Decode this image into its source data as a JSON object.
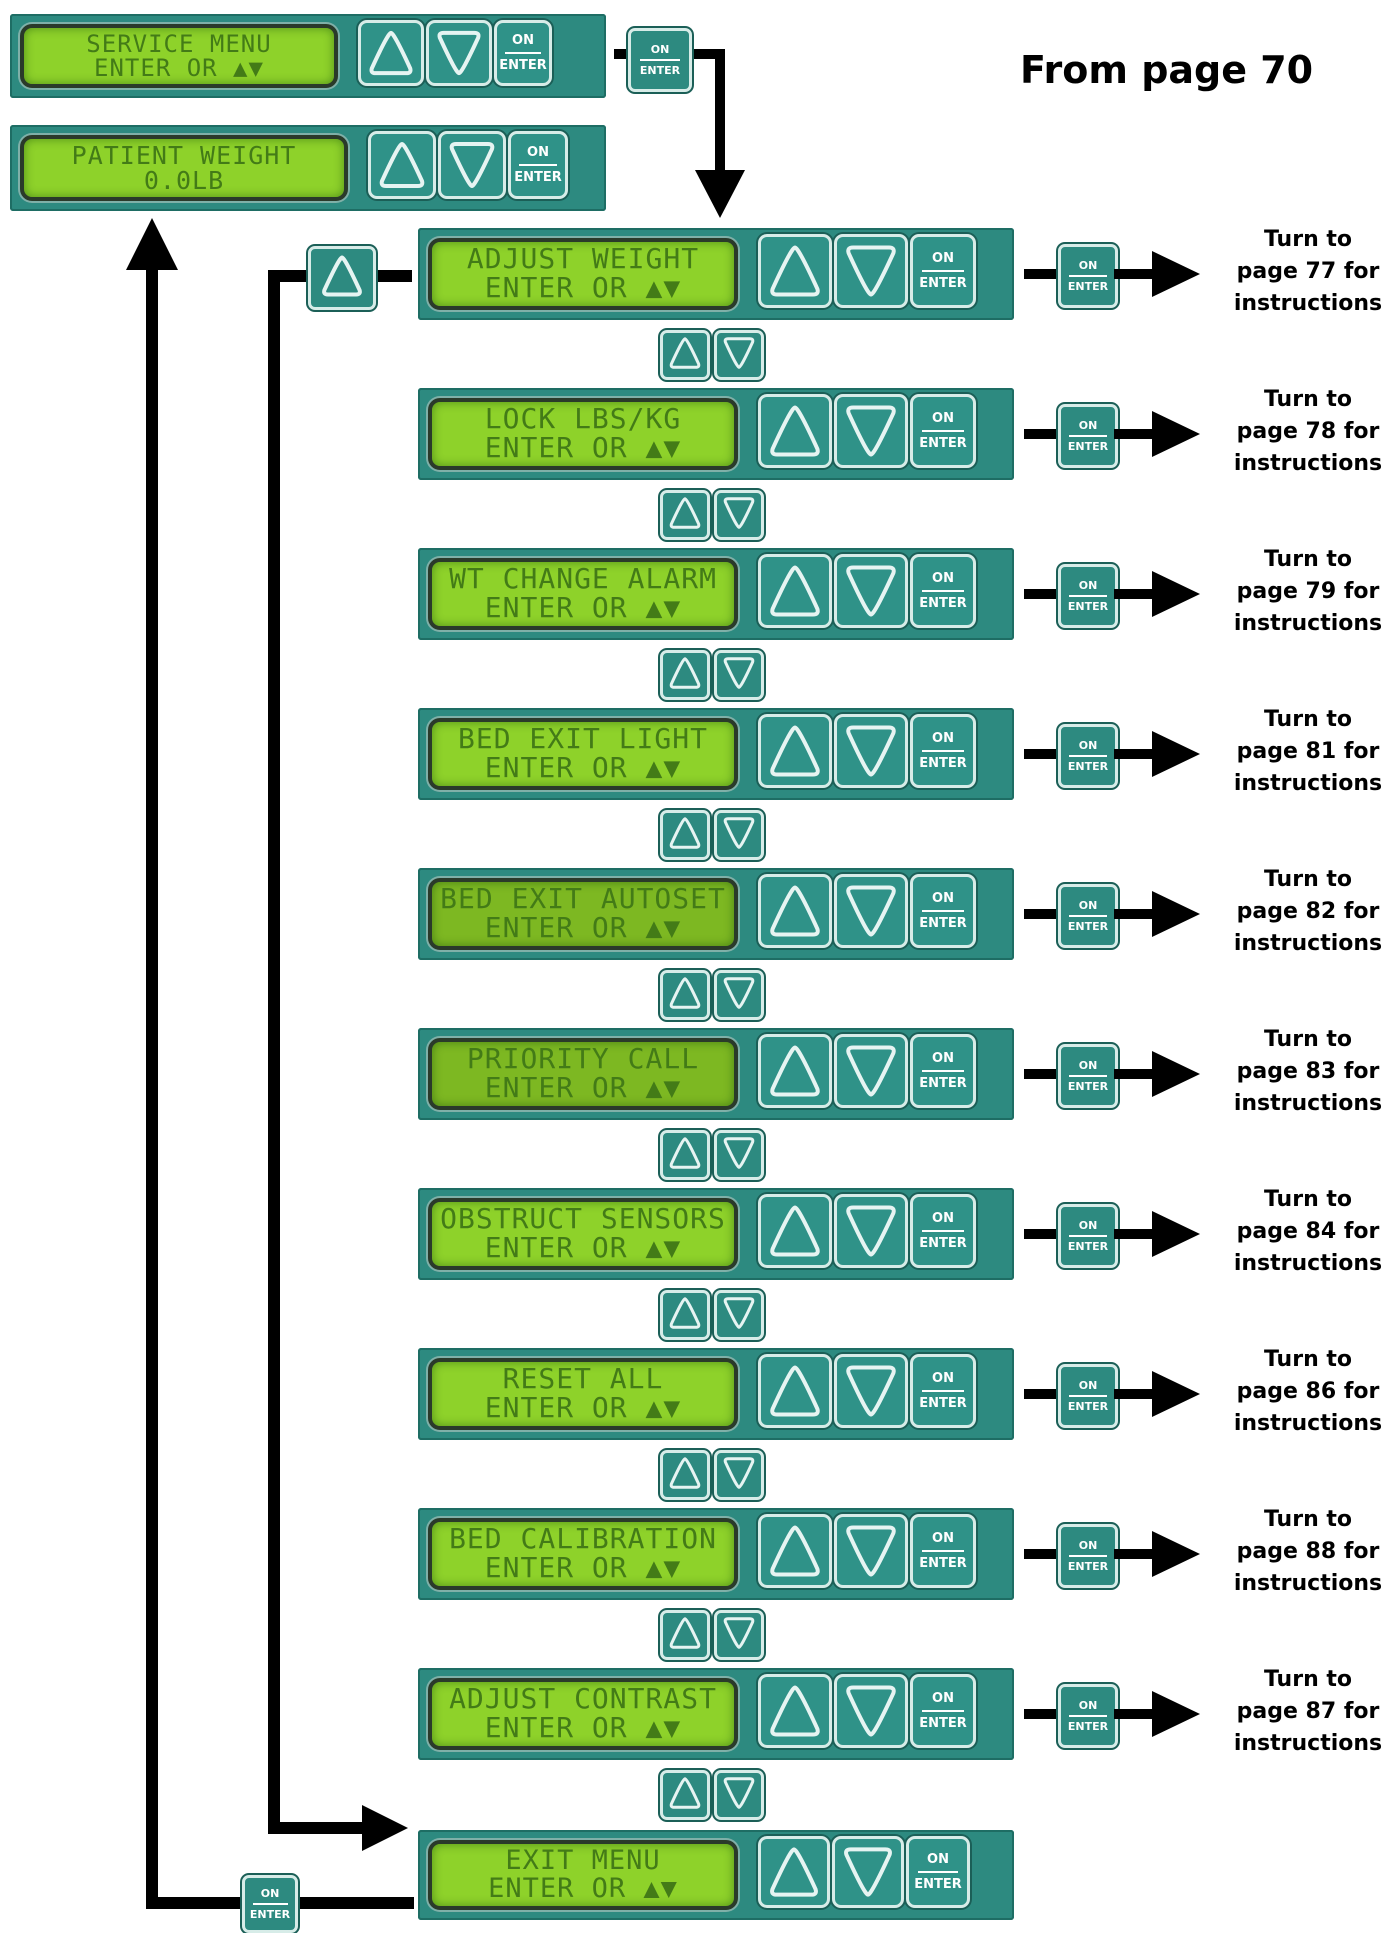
{
  "from_label": "From page 70",
  "service_menu": {
    "line1": "SERVICE MENU",
    "line2": "ENTER OR ▲▼"
  },
  "patient_weight": {
    "line1": "PATIENT WEIGHT",
    "line2": "0.0LB"
  },
  "enter_button": {
    "on": "ON",
    "enter": "ENTER"
  },
  "menu_items": [
    {
      "line1": "ADJUST WEIGHT",
      "line2": "ENTER OR ▲▼",
      "ref_line1": "Turn to",
      "ref_line2": "page 77 for",
      "ref_line3": "instructions"
    },
    {
      "line1": "LOCK LBS/KG",
      "line2": "ENTER OR ▲▼",
      "ref_line1": "Turn to",
      "ref_line2": "page 78 for",
      "ref_line3": "instructions"
    },
    {
      "line1": "WT CHANGE ALARM",
      "line2": "ENTER OR ▲▼",
      "ref_line1": "Turn to",
      "ref_line2": "page 79 for",
      "ref_line3": "instructions"
    },
    {
      "line1": "BED EXIT LIGHT",
      "line2": "ENTER OR ▲▼",
      "ref_line1": "Turn to",
      "ref_line2": "page 81 for",
      "ref_line3": "instructions"
    },
    {
      "line1": "BED EXIT AUTOSET",
      "line2": "ENTER OR ▲▼",
      "ref_line1": "Turn to",
      "ref_line2": "page 82 for",
      "ref_line3": "instructions"
    },
    {
      "line1": "PRIORITY CALL",
      "line2": "ENTER OR ▲▼",
      "ref_line1": "Turn to",
      "ref_line2": "page 83 for",
      "ref_line3": "instructions"
    },
    {
      "line1": "OBSTRUCT SENSORS",
      "line2": "ENTER OR ▲▼",
      "ref_line1": "Turn to",
      "ref_line2": "page 84 for",
      "ref_line3": "instructions"
    },
    {
      "line1": "RESET ALL",
      "line2": "ENTER OR ▲▼",
      "ref_line1": "Turn to",
      "ref_line2": "page 86 for",
      "ref_line3": "instructions"
    },
    {
      "line1": "BED CALIBRATION",
      "line2": "ENTER OR ▲▼",
      "ref_line1": "Turn to",
      "ref_line2": "page 88 for",
      "ref_line3": "instructions"
    },
    {
      "line1": "ADJUST CONTRAST",
      "line2": "ENTER OR ▲▼",
      "ref_line1": "Turn to",
      "ref_line2": "page 87 for",
      "ref_line3": "instructions"
    }
  ],
  "exit_menu": {
    "line1": "EXIT MENU",
    "line2": "ENTER OR ▲▼"
  },
  "colors": {
    "teal": "#2d8a80",
    "lcd_green": "#8ed22a",
    "lcd_text": "#437b17",
    "arrow": "#000000"
  }
}
